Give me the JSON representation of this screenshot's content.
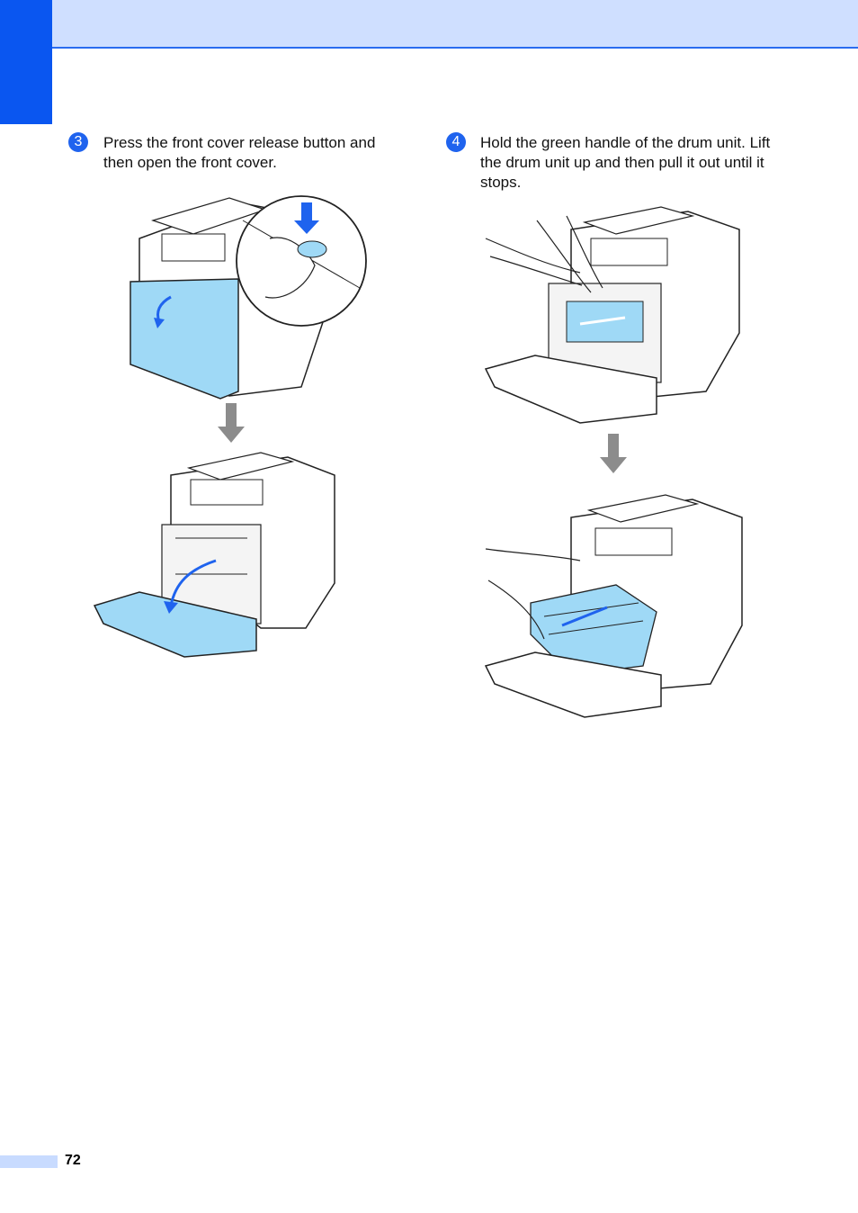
{
  "colors": {
    "accent_blue": "#0a56f0",
    "header_band": "#cfdfff",
    "illustration_cyan": "#9fd9f6",
    "arrow_grey": "#8c8c8c"
  },
  "steps": [
    {
      "number": "3",
      "text": "Press the front cover release button and then open the front cover."
    },
    {
      "number": "4",
      "text": "Hold the green handle of the drum unit. Lift the drum unit up and then pull it out until it stops."
    }
  ],
  "icons": {
    "down_arrow": "down-arrow-icon"
  },
  "footer": {
    "page_number": "72"
  }
}
